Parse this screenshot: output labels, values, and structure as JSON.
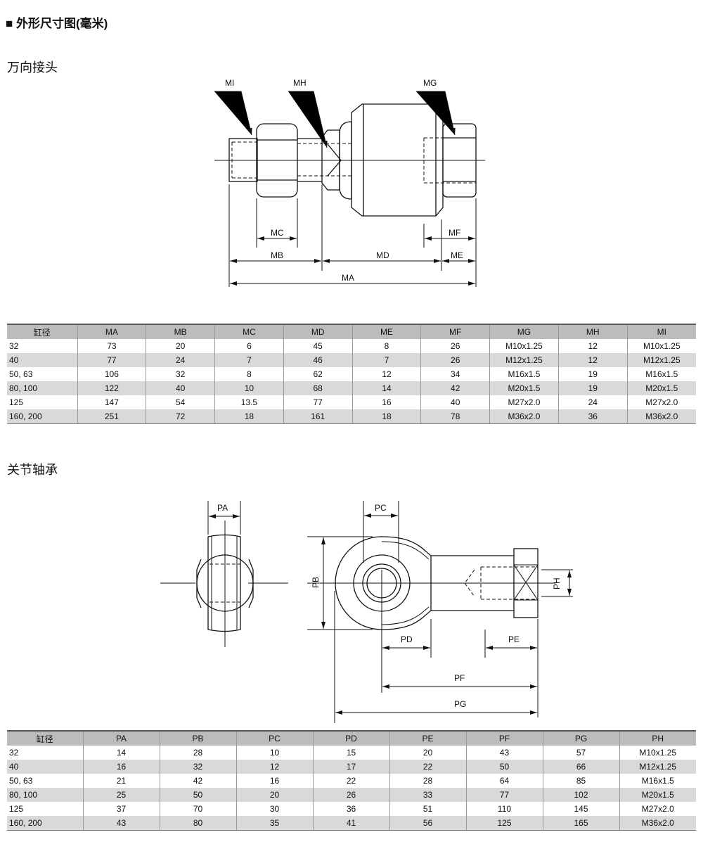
{
  "title": "■ 外形尺寸图(毫米)",
  "section1": {
    "title": "万向接头",
    "labels": {
      "MI": "MI",
      "MH": "MH",
      "MG": "MG",
      "MC": "MC",
      "MF": "MF",
      "MB": "MB",
      "MD": "MD",
      "ME": "ME",
      "MA": "MA"
    },
    "headers": [
      "缸径",
      "MA",
      "MB",
      "MC",
      "MD",
      "ME",
      "MF",
      "MG",
      "MH",
      "MI"
    ],
    "rows": [
      [
        "32",
        "73",
        "20",
        "6",
        "45",
        "8",
        "26",
        "M10x1.25",
        "12",
        "M10x1.25"
      ],
      [
        "40",
        "77",
        "24",
        "7",
        "46",
        "7",
        "26",
        "M12x1.25",
        "12",
        "M12x1.25"
      ],
      [
        "50, 63",
        "106",
        "32",
        "8",
        "62",
        "12",
        "34",
        "M16x1.5",
        "19",
        "M16x1.5"
      ],
      [
        "80, 100",
        "122",
        "40",
        "10",
        "68",
        "14",
        "42",
        "M20x1.5",
        "19",
        "M20x1.5"
      ],
      [
        "125",
        "147",
        "54",
        "13.5",
        "77",
        "16",
        "40",
        "M27x2.0",
        "24",
        "M27x2.0"
      ],
      [
        "160, 200",
        "251",
        "72",
        "18",
        "161",
        "18",
        "78",
        "M36x2.0",
        "36",
        "M36x2.0"
      ]
    ]
  },
  "section2": {
    "title": "关节轴承",
    "labels": {
      "PA": "PA",
      "PB": "PB",
      "PC": "PC",
      "PD": "PD",
      "PE": "PE",
      "PF": "PF",
      "PG": "PG",
      "PH": "PH"
    },
    "headers": [
      "缸径",
      "PA",
      "PB",
      "PC",
      "PD",
      "PE",
      "PF",
      "PG",
      "PH"
    ],
    "rows": [
      [
        "32",
        "14",
        "28",
        "10",
        "15",
        "20",
        "43",
        "57",
        "M10x1.25"
      ],
      [
        "40",
        "16",
        "32",
        "12",
        "17",
        "22",
        "50",
        "66",
        "M12x1.25"
      ],
      [
        "50, 63",
        "21",
        "42",
        "16",
        "22",
        "28",
        "64",
        "85",
        "M16x1.5"
      ],
      [
        "80, 100",
        "25",
        "50",
        "20",
        "26",
        "33",
        "77",
        "102",
        "M20x1.5"
      ],
      [
        "125",
        "37",
        "70",
        "30",
        "36",
        "51",
        "110",
        "145",
        "M27x2.0"
      ],
      [
        "160, 200",
        "43",
        "80",
        "35",
        "41",
        "56",
        "125",
        "165",
        "M36x2.0"
      ]
    ]
  }
}
